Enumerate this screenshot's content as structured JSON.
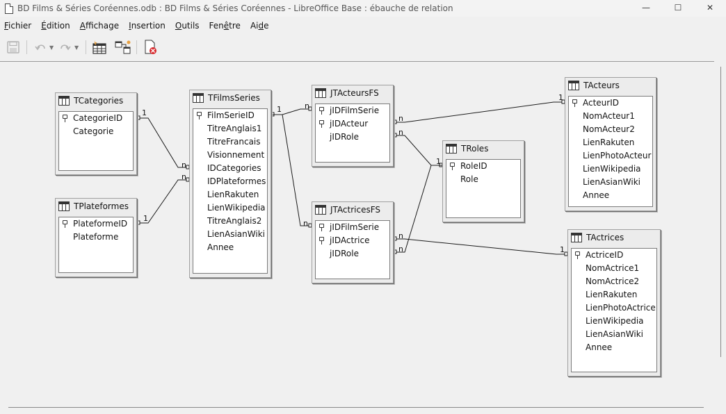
{
  "window": {
    "title": "BD Films & Séries Coréennes.odb : BD Films & Séries Coréennes - LibreOffice Base : ébauche de relation",
    "minimize": "—",
    "maximize": "☐",
    "close": "✕"
  },
  "menu": [
    "Fichier",
    "Édition",
    "Affichage",
    "Insertion",
    "Outils",
    "Fenêtre",
    "Aide"
  ],
  "toolbar_icons": [
    "save-icon",
    "undo-icon",
    "redo-icon",
    "add-tables-icon",
    "new-relation-icon",
    "close-design-icon"
  ],
  "tables": {
    "tcategories": {
      "name": "TCategories",
      "fields": [
        {
          "name": "CategorieID",
          "key": true
        },
        {
          "name": "Categorie",
          "key": false
        }
      ]
    },
    "tplateformes": {
      "name": "TPlateformes",
      "fields": [
        {
          "name": "PlateformeID",
          "key": true
        },
        {
          "name": "Plateforme",
          "key": false
        }
      ]
    },
    "tfilmsseries": {
      "name": "TFilmsSeries",
      "fields": [
        {
          "name": "FilmSerieID",
          "key": true
        },
        {
          "name": "TitreAnglais1",
          "key": false
        },
        {
          "name": "TitreFrancais",
          "key": false
        },
        {
          "name": "Visionnement",
          "key": false
        },
        {
          "name": "IDCategories",
          "key": false
        },
        {
          "name": "IDPlateformes",
          "key": false
        },
        {
          "name": "LienRakuten",
          "key": false
        },
        {
          "name": "LienWikipedia",
          "key": false
        },
        {
          "name": "TitreAnglais2",
          "key": false
        },
        {
          "name": "LienAsianWiki",
          "key": false
        },
        {
          "name": "Annee",
          "key": false
        }
      ]
    },
    "jtacteursfs": {
      "name": "JTActeursFS",
      "fields": [
        {
          "name": "jIDFilmSerie",
          "key": true
        },
        {
          "name": "jIDActeur",
          "key": true
        },
        {
          "name": "jIDRole",
          "key": false
        }
      ]
    },
    "jtactricesfs": {
      "name": "JTActricesFS",
      "fields": [
        {
          "name": "jIDFilmSerie",
          "key": true
        },
        {
          "name": "jIDActrice",
          "key": true
        },
        {
          "name": "jIDRole",
          "key": false
        }
      ]
    },
    "troles": {
      "name": "TRoles",
      "fields": [
        {
          "name": "RoleID",
          "key": true
        },
        {
          "name": "Role",
          "key": false
        }
      ]
    },
    "tacteurs": {
      "name": "TActeurs",
      "fields": [
        {
          "name": "ActeurID",
          "key": true
        },
        {
          "name": "NomActeur1",
          "key": false
        },
        {
          "name": "NomActeur2",
          "key": false
        },
        {
          "name": "LienRakuten",
          "key": false
        },
        {
          "name": "LienPhotoActeur",
          "key": false
        },
        {
          "name": "LienWikipedia",
          "key": false
        },
        {
          "name": "LienAsianWiki",
          "key": false
        },
        {
          "name": "Annee",
          "key": false
        }
      ]
    },
    "tactrices": {
      "name": "TActrices",
      "fields": [
        {
          "name": "ActriceID",
          "key": true
        },
        {
          "name": "NomActrice1",
          "key": false
        },
        {
          "name": "NomActrice2",
          "key": false
        },
        {
          "name": "LienRakuten",
          "key": false
        },
        {
          "name": "LienPhotoActrice",
          "key": false
        },
        {
          "name": "LienWikipedia",
          "key": false
        },
        {
          "name": "LienAsianWiki",
          "key": false
        },
        {
          "name": "Annee",
          "key": false
        }
      ]
    }
  },
  "relations": [
    {
      "from": "TCategories.CategorieID",
      "to": "TFilmsSeries.IDCategories",
      "from_card": "1",
      "to_card": "n"
    },
    {
      "from": "TPlateformes.PlateformeID",
      "to": "TFilmsSeries.IDPlateformes",
      "from_card": "1",
      "to_card": "n"
    },
    {
      "from": "TFilmsSeries.FilmSerieID",
      "to": "JTActeursFS.jIDFilmSerie",
      "from_card": "1",
      "to_card": "n"
    },
    {
      "from": "TFilmsSeries.FilmSerieID",
      "to": "JTActricesFS.jIDFilmSerie",
      "from_card": "1",
      "to_card": "n"
    },
    {
      "from": "TActeurs.ActeurID",
      "to": "JTActeursFS.jIDActeur",
      "from_card": "1",
      "to_card": "n"
    },
    {
      "from": "TRoles.RoleID",
      "to": "JTActeursFS.jIDRole",
      "from_card": "1",
      "to_card": "n"
    },
    {
      "from": "TRoles.RoleID",
      "to": "JTActricesFS.jIDRole",
      "from_card": "1",
      "to_card": "n"
    },
    {
      "from": "TActrices.ActriceID",
      "to": "JTActricesFS.jIDActrice",
      "from_card": "1",
      "to_card": "n"
    }
  ]
}
